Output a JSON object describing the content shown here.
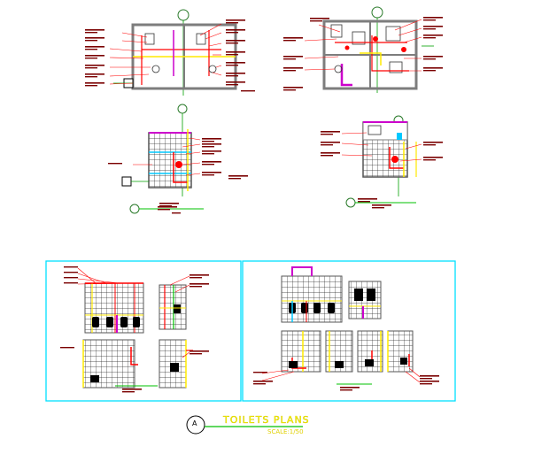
{
  "sheet": {
    "title": "TOILETS PLANS",
    "scale": "SCALE:1/50",
    "marker_letter": "A"
  },
  "colors": {
    "background": "#ffffff",
    "wall": "#7d7d7d",
    "grid_tile": "#3a3a3a",
    "leader": "#ff0000",
    "pipe": "#cc00cc",
    "frame": "#00e0ff",
    "annotation_underline": "#00c000",
    "title": "#ffff00",
    "yellow": "#ffea00"
  }
}
